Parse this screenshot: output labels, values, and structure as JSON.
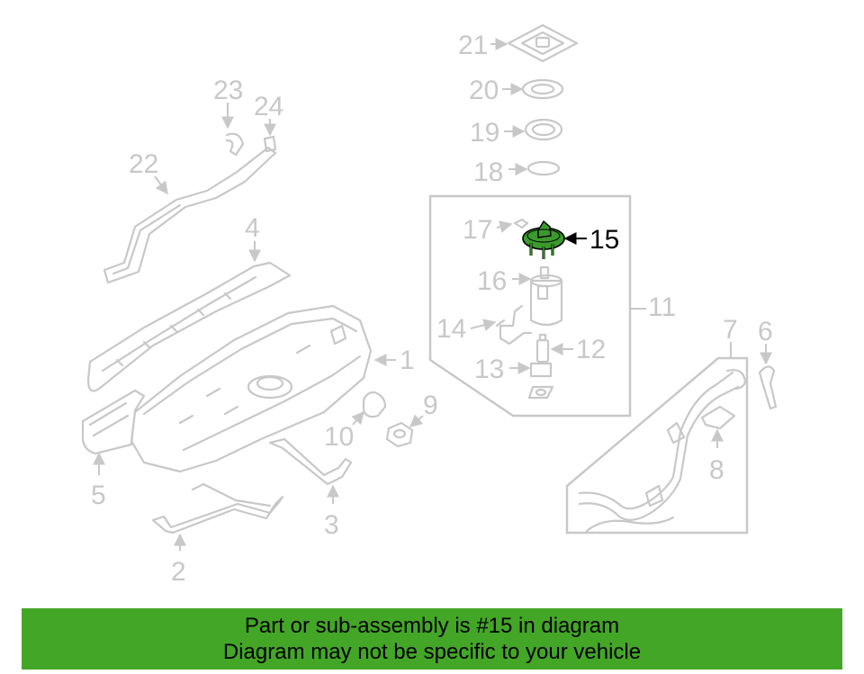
{
  "diagram": {
    "callouts": {
      "c1": "1",
      "c2": "2",
      "c3": "3",
      "c4": "4",
      "c5": "5",
      "c6": "6",
      "c7": "7",
      "c8": "8",
      "c9": "9",
      "c10": "10",
      "c11": "11",
      "c12": "12",
      "c13": "13",
      "c14": "14",
      "c15": "15",
      "c16": "16",
      "c17": "17",
      "c18": "18",
      "c19": "19",
      "c20": "20",
      "c21": "21",
      "c22": "22",
      "c23": "23",
      "c24": "24"
    },
    "highlighted_part": "15",
    "colors": {
      "highlight_part": "#3a9a2c",
      "muted_lines": "#c8c8c8",
      "banner": "#43a627"
    }
  },
  "banner": {
    "line1": "Part or sub-assembly is #15 in diagram",
    "line2": "Diagram may not be specific to your vehicle"
  }
}
